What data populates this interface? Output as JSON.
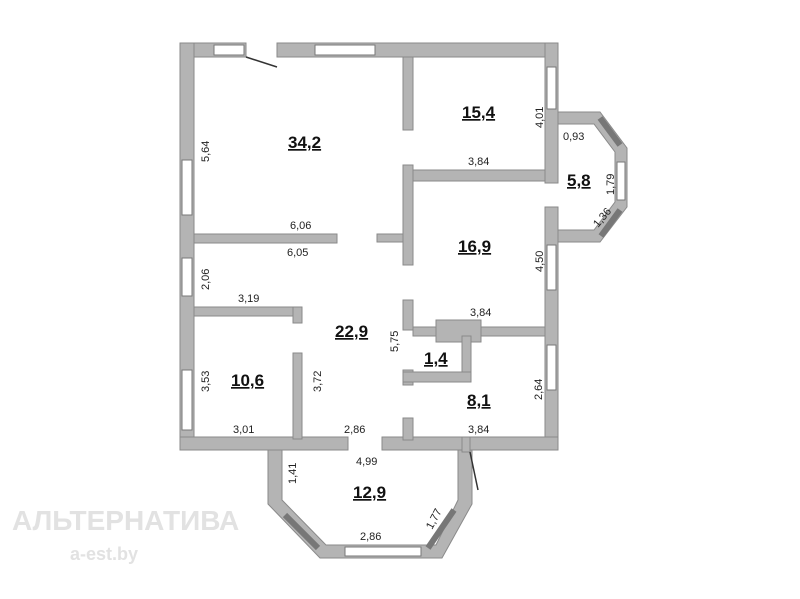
{
  "watermark": {
    "brand": "АЛЬТЕРНАТИВА",
    "site": "a-est.by"
  },
  "colors": {
    "wall": "#b4b4b4",
    "wall_outline": "#8a8a8a",
    "text": "#111111"
  },
  "rooms": [
    {
      "area": "34,2"
    },
    {
      "area": "15,4"
    },
    {
      "area": "5,8"
    },
    {
      "area": "16,9"
    },
    {
      "area": "22,9"
    },
    {
      "area": "1,4"
    },
    {
      "area": "10,6"
    },
    {
      "area": "8,1"
    },
    {
      "area": "12,9"
    }
  ],
  "dimensions": [
    "5,64",
    "6,06",
    "6,05",
    "4,01",
    "3,84",
    "0,93",
    "1,79",
    "1,36",
    "4,50",
    "2,06",
    "3,19",
    "3,84",
    "5,75",
    "3,53",
    "3,72",
    "2,64",
    "3,01",
    "2,86",
    "3,84",
    "4,99",
    "1,41",
    "1,77",
    "2,86"
  ]
}
